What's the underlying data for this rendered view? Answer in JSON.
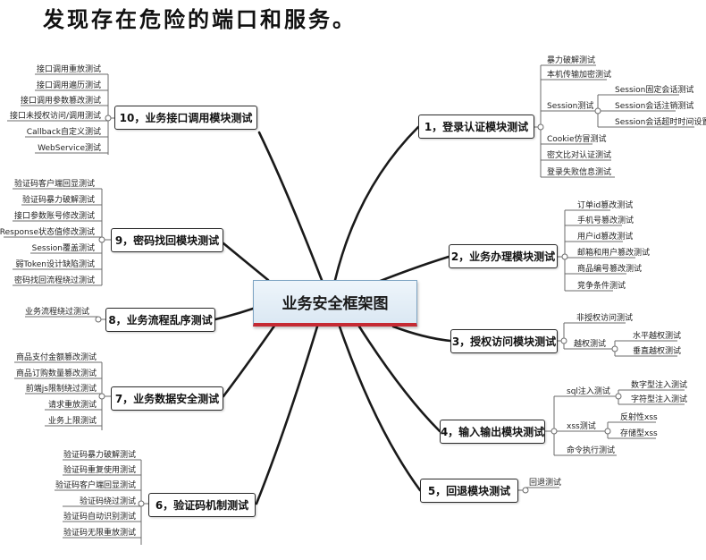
{
  "title": "发现存在危险的端口和服务。",
  "center": "业务安全框架图",
  "topics": {
    "t1": "1，登录认证模块测试",
    "t2": "2，业务办理模块测试",
    "t3": "3，授权访问模块测试",
    "t4": "4，输入输出模块测试",
    "t5": "5，回退模块测试",
    "t6": "6，验证码机制测试",
    "t7": "7，业务数据安全测试",
    "t8": "8，业务流程乱序测试",
    "t9": "9，密码找回模块测试",
    "t10": "10，业务接口调用模块测试"
  },
  "t1": {
    "items": [
      "暴力破解测试",
      "本机传输加密测试",
      "Session测试",
      "Cookie仿冒测试",
      "密文比对认证测试",
      "登录失败信息测试"
    ],
    "session": [
      "Session固定会话测试",
      "Session会话注销测试",
      "Session会话超时时间设置"
    ]
  },
  "t2": {
    "items": [
      "订单id篡改测试",
      "手机号篡改测试",
      "用户id篡改测试",
      "邮箱和用户篡改测试",
      "商品编号篡改测试",
      "竞争条件测试"
    ]
  },
  "t3": {
    "items": [
      "非授权访问测试",
      "越权测试"
    ],
    "yuequan": [
      "水平越权测试",
      "垂直越权测试"
    ]
  },
  "t4": {
    "items": [
      "sql注入测试",
      "xss测试",
      "命令执行测试"
    ],
    "sql": [
      "数字型注入测试",
      "字符型注入测试"
    ],
    "xss": [
      "反射性xss",
      "存储型xss"
    ]
  },
  "t5": {
    "items": [
      "回退测试"
    ]
  },
  "t6": {
    "items": [
      "验证码暴力破解测试",
      "验证码重复使用测试",
      "验证码客户端回显测试",
      "验证码绕过测试",
      "验证码自动识别测试",
      "验证码无限重放测试"
    ]
  },
  "t7": {
    "items": [
      "商品支付金额篡改测试",
      "商品订购数量篡改测试",
      "前端js限制绕过测试",
      "请求重放测试",
      "业务上限测试"
    ]
  },
  "t8": {
    "items": [
      "业务流程绕过测试"
    ]
  },
  "t9": {
    "items": [
      "验证码客户端回显测试",
      "验证码暴力破解测试",
      "接口参数账号修改测试",
      "Response状态值修改测试",
      "Session覆盖测试",
      "弱Token设计缺陷测试",
      "密码找回流程绕过测试"
    ]
  },
  "t10": {
    "items": [
      "接口调用重放测试",
      "接口调用遍历测试",
      "接口调用参数篡改测试",
      "接口未授权访问/调用测试",
      "Callback自定义测试",
      "WebService测试"
    ]
  }
}
